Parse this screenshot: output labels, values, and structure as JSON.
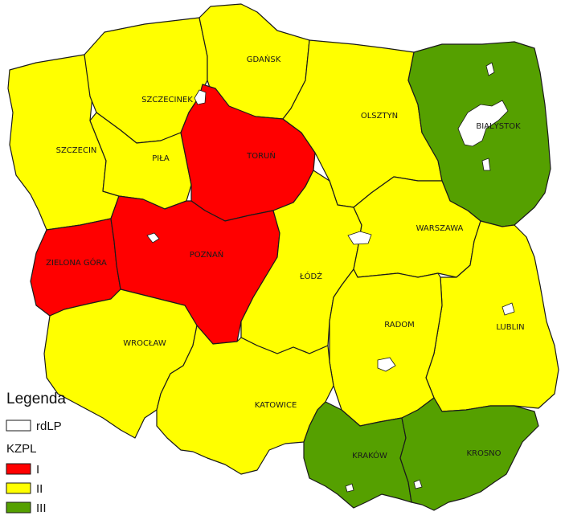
{
  "colors": {
    "I": "#ff0000",
    "II": "#ffff00",
    "III": "#55a000",
    "rdLP": "#ffffff"
  },
  "regions": [
    {
      "id": "gdansk",
      "label": "GDAŃSK",
      "class": "II"
    },
    {
      "id": "szczecinek",
      "label": "SZCZECINEK",
      "class": "II"
    },
    {
      "id": "szczecin",
      "label": "SZCZECIN",
      "class": "II"
    },
    {
      "id": "pila",
      "label": "PIŁA",
      "class": "II"
    },
    {
      "id": "torun",
      "label": "TORUŃ",
      "class": "I"
    },
    {
      "id": "olsztyn",
      "label": "OLSZTYN",
      "class": "II"
    },
    {
      "id": "bialystok",
      "label": "BIAŁYSTOK",
      "class": "III"
    },
    {
      "id": "zielonagora",
      "label": "ZIELONA GÓRA",
      "class": "I"
    },
    {
      "id": "poznan",
      "label": "POZNAŃ",
      "class": "I"
    },
    {
      "id": "lodz",
      "label": "ŁÓDŹ",
      "class": "II"
    },
    {
      "id": "warszawa",
      "label": "WARSZAWA",
      "class": "II"
    },
    {
      "id": "lublin",
      "label": "LUBLIN",
      "class": "II"
    },
    {
      "id": "radom",
      "label": "RADOM",
      "class": "II"
    },
    {
      "id": "wroclaw",
      "label": "WROCŁAW",
      "class": "II"
    },
    {
      "id": "katowice",
      "label": "KATOWICE",
      "class": "II"
    },
    {
      "id": "krakow",
      "label": "KRAKÓW",
      "class": "III"
    },
    {
      "id": "krosno",
      "label": "KROSNO",
      "class": "III"
    }
  ],
  "legend": {
    "title": "Legenda",
    "layer_label": "rdLP",
    "field_label": "KZPL",
    "entries": [
      {
        "key": "I",
        "label": "I"
      },
      {
        "key": "II",
        "label": "II"
      },
      {
        "key": "III",
        "label": "III"
      }
    ]
  }
}
